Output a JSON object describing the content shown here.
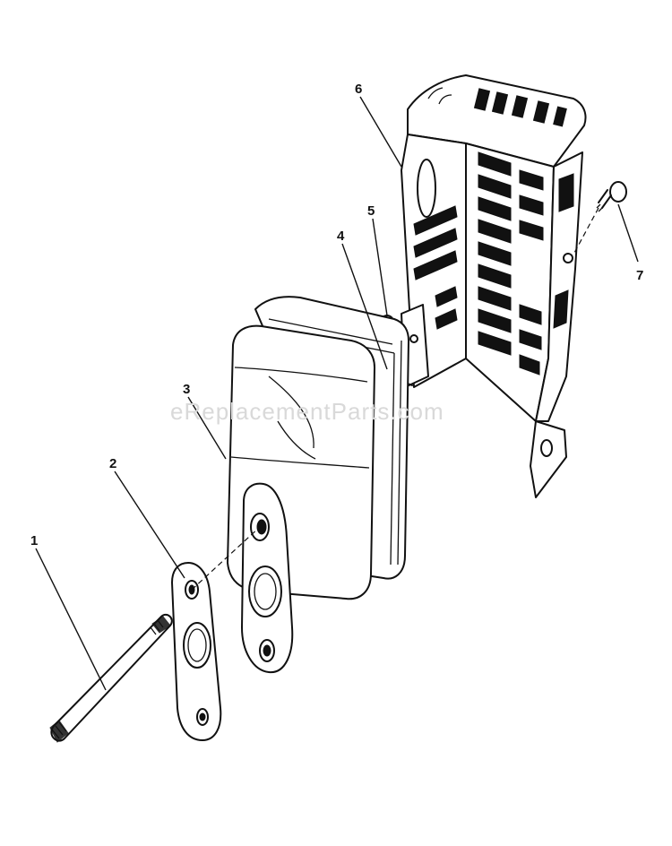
{
  "watermark": "eReplacementParts.com",
  "callouts": {
    "p1": "1",
    "p2": "2",
    "p3": "3",
    "p4": "4",
    "p5": "5",
    "p6": "6",
    "p7": "7"
  }
}
